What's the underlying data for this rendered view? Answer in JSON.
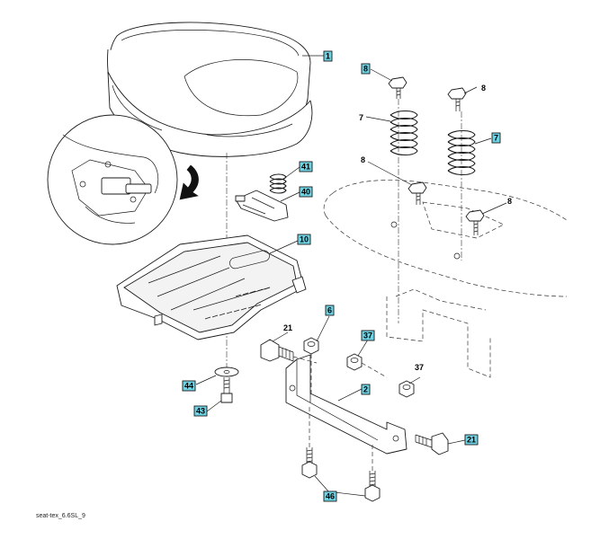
{
  "diagram": {
    "caption": "seat-tex_6.6SL_9",
    "callouts": [
      {
        "id": "c1",
        "label": "1",
        "boxed": true
      },
      {
        "id": "c8a",
        "label": "8",
        "boxed": true
      },
      {
        "id": "c8b",
        "label": "8",
        "boxed": false
      },
      {
        "id": "c7a",
        "label": "7",
        "boxed": false
      },
      {
        "id": "c7b",
        "label": "7",
        "boxed": true
      },
      {
        "id": "c8c",
        "label": "8",
        "boxed": false
      },
      {
        "id": "c8d",
        "label": "8",
        "boxed": false
      },
      {
        "id": "c41",
        "label": "41",
        "boxed": true
      },
      {
        "id": "c40",
        "label": "40",
        "boxed": true
      },
      {
        "id": "c10",
        "label": "10",
        "boxed": true
      },
      {
        "id": "c6",
        "label": "6",
        "boxed": true
      },
      {
        "id": "c21a",
        "label": "21",
        "boxed": false
      },
      {
        "id": "c37a",
        "label": "37",
        "boxed": true
      },
      {
        "id": "c37b",
        "label": "37",
        "boxed": false
      },
      {
        "id": "c2",
        "label": "2",
        "boxed": true
      },
      {
        "id": "c44",
        "label": "44",
        "boxed": true
      },
      {
        "id": "c43",
        "label": "43",
        "boxed": true
      },
      {
        "id": "c21b",
        "label": "21",
        "boxed": true
      },
      {
        "id": "c46",
        "label": "46",
        "boxed": true
      }
    ],
    "colors": {
      "callout_fill": "#6fd3e6",
      "line": "#1a1a1a"
    }
  }
}
